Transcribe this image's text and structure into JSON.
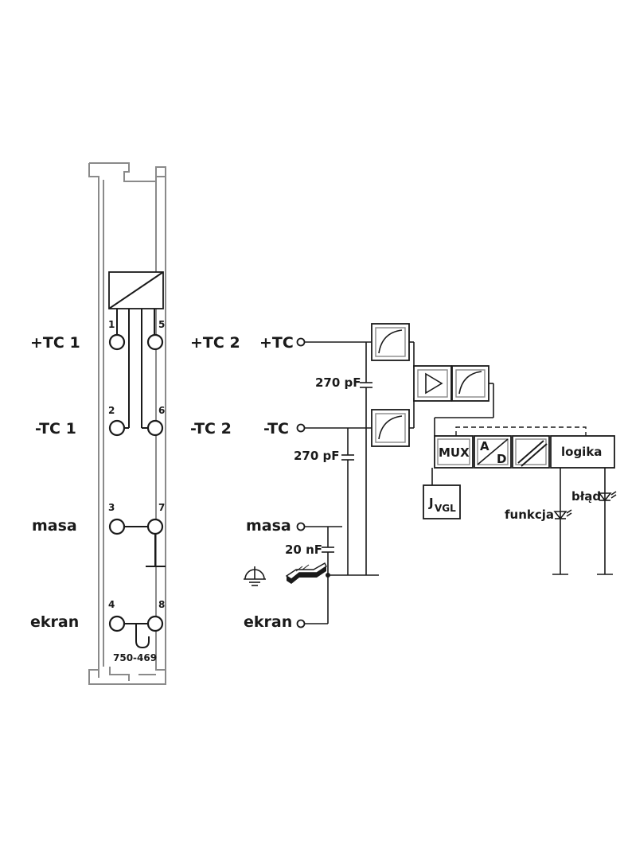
{
  "module": {
    "model": "750-469",
    "pins": [
      "1",
      "2",
      "3",
      "4",
      "5",
      "6",
      "7",
      "8"
    ]
  },
  "left_labels": {
    "tc1_plus": "+TC 1",
    "tc1_minus": "-TC 1",
    "masa": "masa",
    "ekran": "ekran"
  },
  "mid_labels": {
    "tc2_plus": "+TC 2",
    "tc2_minus": "-TC 2"
  },
  "schematic": {
    "tc_plus": "+TC",
    "tc_minus": "-TC",
    "masa": "masa",
    "ekran": "ekran",
    "cap_top": "270 pF",
    "cap_bottom": "270 pF",
    "cap_ground": "20 nF",
    "mux": "MUX",
    "ad_a": "A",
    "ad_d": "D",
    "logic": "logika",
    "jvgl_j": "J",
    "jvgl_sub": "VGL",
    "led_function": "funkcja",
    "led_error": "błąd"
  },
  "colors": {
    "line": "#1a1a1a",
    "housing": "#8a8a8a",
    "background": "#ffffff"
  }
}
